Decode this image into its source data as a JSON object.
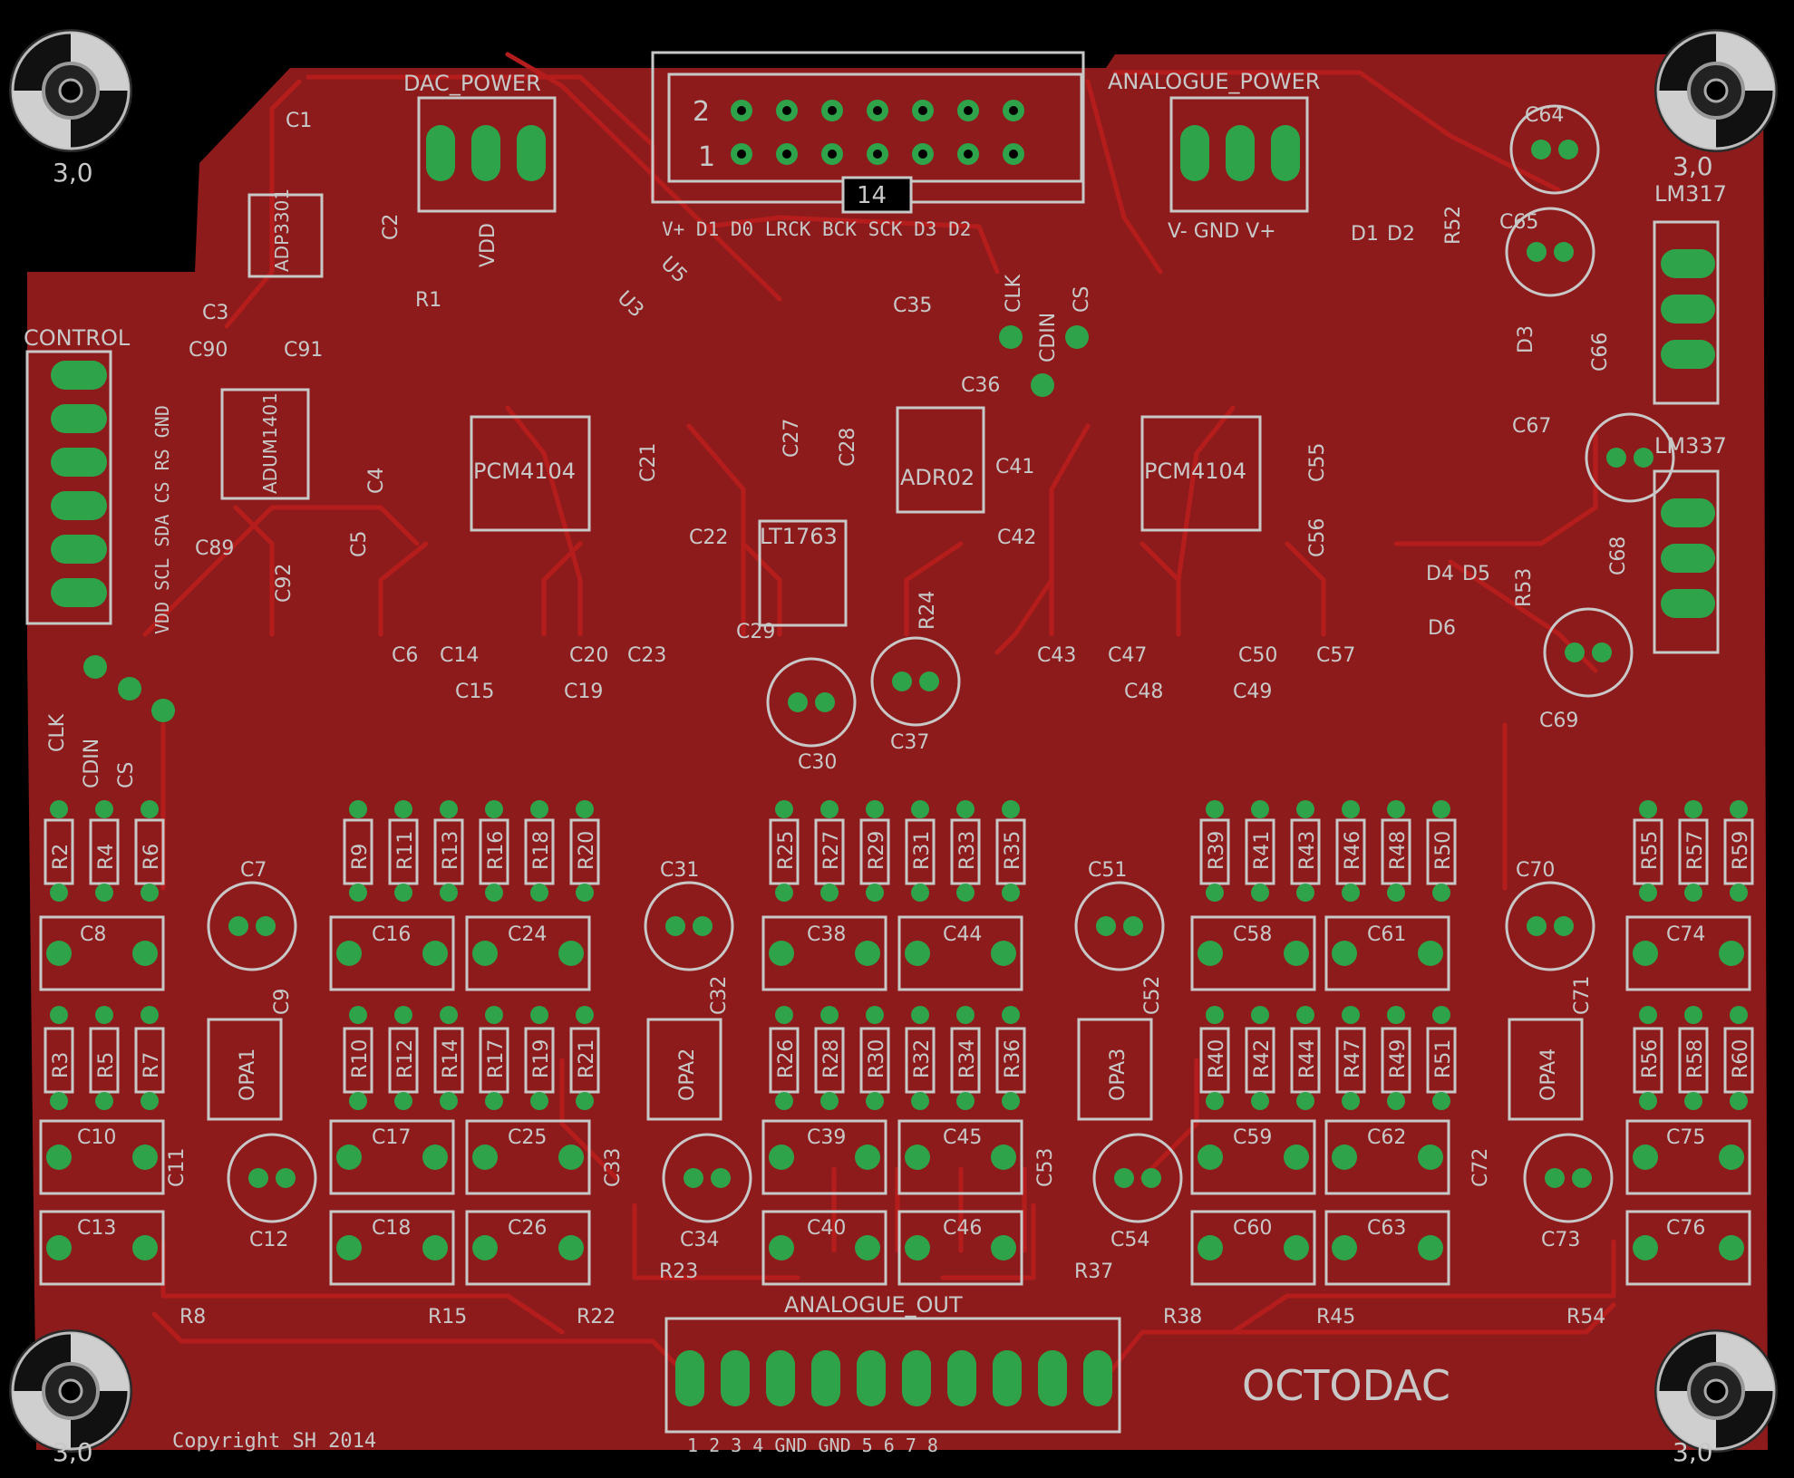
{
  "board": {
    "title": "OCTODAC",
    "copyright": "Copyright SH 2014",
    "colors": {
      "background": "#000000",
      "copper": "#8b1a1a",
      "trace": "#b81c1c",
      "pad": "#2ea34a",
      "silkscreen": "#c8c8c8"
    },
    "mount_hole_label": "3,0"
  },
  "connectors": {
    "dac_power": {
      "name": "DAC_POWER",
      "pin_label": "VDD"
    },
    "header": {
      "row2": "2",
      "row1": "1",
      "pin14": "14",
      "signals": "V+ D1 D0 LRCK BCK SCK D3 D2"
    },
    "analogue_power": {
      "name": "ANALOGUE_POWER",
      "pins": "V- GND V+"
    },
    "control": {
      "name": "CONTROL",
      "pins": "VDD SCL SDA CS RS GND"
    },
    "analogue_out": {
      "name": "ANALOGUE_OUT",
      "pins": "1 2 3 4 GND GND 5 6 7 8"
    },
    "test_points_top": [
      "CLK",
      "CDIN",
      "CS"
    ],
    "test_points_left": [
      "CLK",
      "CDIN",
      "CS"
    ]
  },
  "ics": [
    "ADP3301",
    "ADUM1401",
    "PCM4104",
    "PCM4104",
    "LT1763",
    "ADR02",
    "LM317",
    "LM337",
    "OPA1",
    "OPA2",
    "OPA3",
    "OPA4"
  ],
  "labels": {
    "caps_top": [
      "C1",
      "C2",
      "C3",
      "C90",
      "C91",
      "C89",
      "C92",
      "C4",
      "C5",
      "C6",
      "C14",
      "C15",
      "C19",
      "C20",
      "C23",
      "C21",
      "C22",
      "C27",
      "C28",
      "C35",
      "C36",
      "C29",
      "C30",
      "C37",
      "C41",
      "C42",
      "C43",
      "C47",
      "C48",
      "C49",
      "C50",
      "C55",
      "C56",
      "C57",
      "C64",
      "C65",
      "C66",
      "C67",
      "C68",
      "C69"
    ],
    "caps_bottom": [
      "C7",
      "C8",
      "C9",
      "C10",
      "C11",
      "C12",
      "C13",
      "C16",
      "C17",
      "C18",
      "C24",
      "C25",
      "C26",
      "C31",
      "C32",
      "C33",
      "C34",
      "C38",
      "C39",
      "C40",
      "C44",
      "C45",
      "C46",
      "C51",
      "C52",
      "C53",
      "C54",
      "C58",
      "C59",
      "C60",
      "C61",
      "C62",
      "C63",
      "C70",
      "C71",
      "C72",
      "C73",
      "C74",
      "C75",
      "C76"
    ],
    "resistors": [
      "R1",
      "R2",
      "R3",
      "R4",
      "R5",
      "R6",
      "R7",
      "R8",
      "R9",
      "R10",
      "R11",
      "R12",
      "R13",
      "R14",
      "R15",
      "R16",
      "R17",
      "R18",
      "R19",
      "R20",
      "R21",
      "R22",
      "R23",
      "R24",
      "R25",
      "R26",
      "R27",
      "R28",
      "R29",
      "R30",
      "R31",
      "R32",
      "R33",
      "R34",
      "R35",
      "R36",
      "R37",
      "R38",
      "R39",
      "R40",
      "R41",
      "R42",
      "R43",
      "R44",
      "R45",
      "R46",
      "R47",
      "R48",
      "R49",
      "R50",
      "R51",
      "R52",
      "R53",
      "R54",
      "R55",
      "R56",
      "R57",
      "R58",
      "R59",
      "R60"
    ],
    "diodes": [
      "D1",
      "D2",
      "D3",
      "D4",
      "D5",
      "D6"
    ],
    "misc": [
      "U5",
      "U3"
    ]
  }
}
